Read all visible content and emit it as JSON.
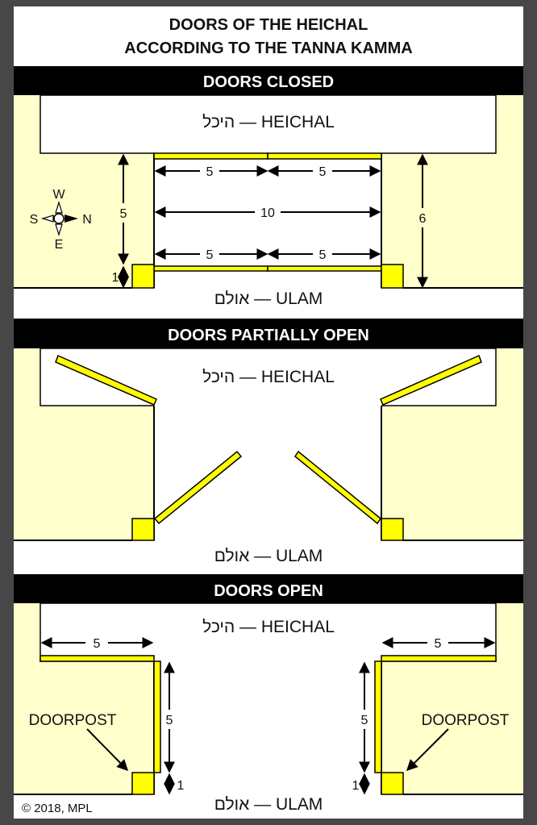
{
  "title": {
    "line1": "DOORS OF THE HEICHAL",
    "line2": "ACCORDING TO THE TANNA KAMMA"
  },
  "panels": [
    {
      "heading": "DOORS CLOSED",
      "heichal": "היכל — HEICHAL",
      "ulam": "אולם — ULAM"
    },
    {
      "heading": "DOORS PARTIALLY OPEN",
      "heichal": "היכל — HEICHAL",
      "ulam": "אולם — ULAM"
    },
    {
      "heading": "DOORS OPEN",
      "heichal": "היכל — HEICHAL",
      "ulam": "אולם — ULAM"
    }
  ],
  "dimensions": {
    "door_width": "5",
    "opening_width": "10",
    "wall_depth": "5",
    "doorpost": "1",
    "total_depth": "6"
  },
  "compass": {
    "w": "W",
    "s": "S",
    "n": "N",
    "e": "E"
  },
  "doorpost_label": "DOORPOST",
  "copyright": "© 2018, MPL",
  "colors": {
    "wall": "#ffffcc",
    "door": "#ffff00",
    "band": "#000000",
    "background": "#474747"
  }
}
